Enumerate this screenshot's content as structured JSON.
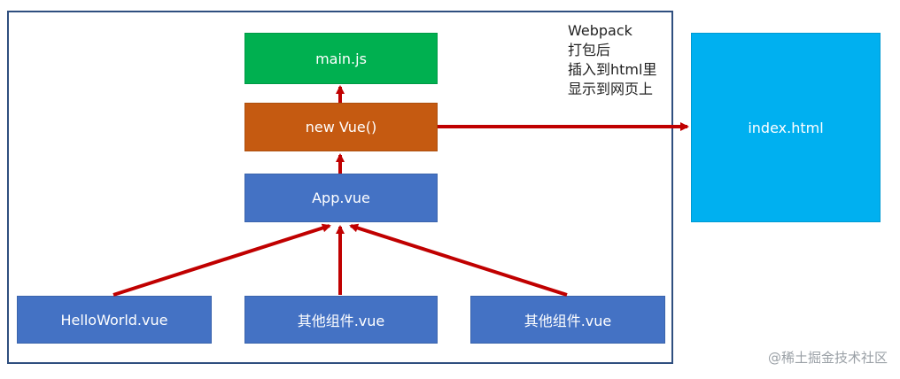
{
  "nodes": {
    "main_js": "main.js",
    "new_vue": "new Vue()",
    "app_vue": "App.vue",
    "helloworld": "HelloWorld.vue",
    "other1": "其他组件.vue",
    "other2": "其他组件.vue",
    "index_html": "index.html"
  },
  "caption": [
    "Webpack",
    "打包后",
    "插入到html里",
    "显示到网页上"
  ],
  "watermark": "@稀土掘金技术社区",
  "colors": {
    "main_js": "#00b050",
    "new_vue": "#c55a11",
    "components": "#4472c4",
    "index_html": "#00b0f0",
    "arrows": "#c00000",
    "frame": "#2f4f7f"
  }
}
